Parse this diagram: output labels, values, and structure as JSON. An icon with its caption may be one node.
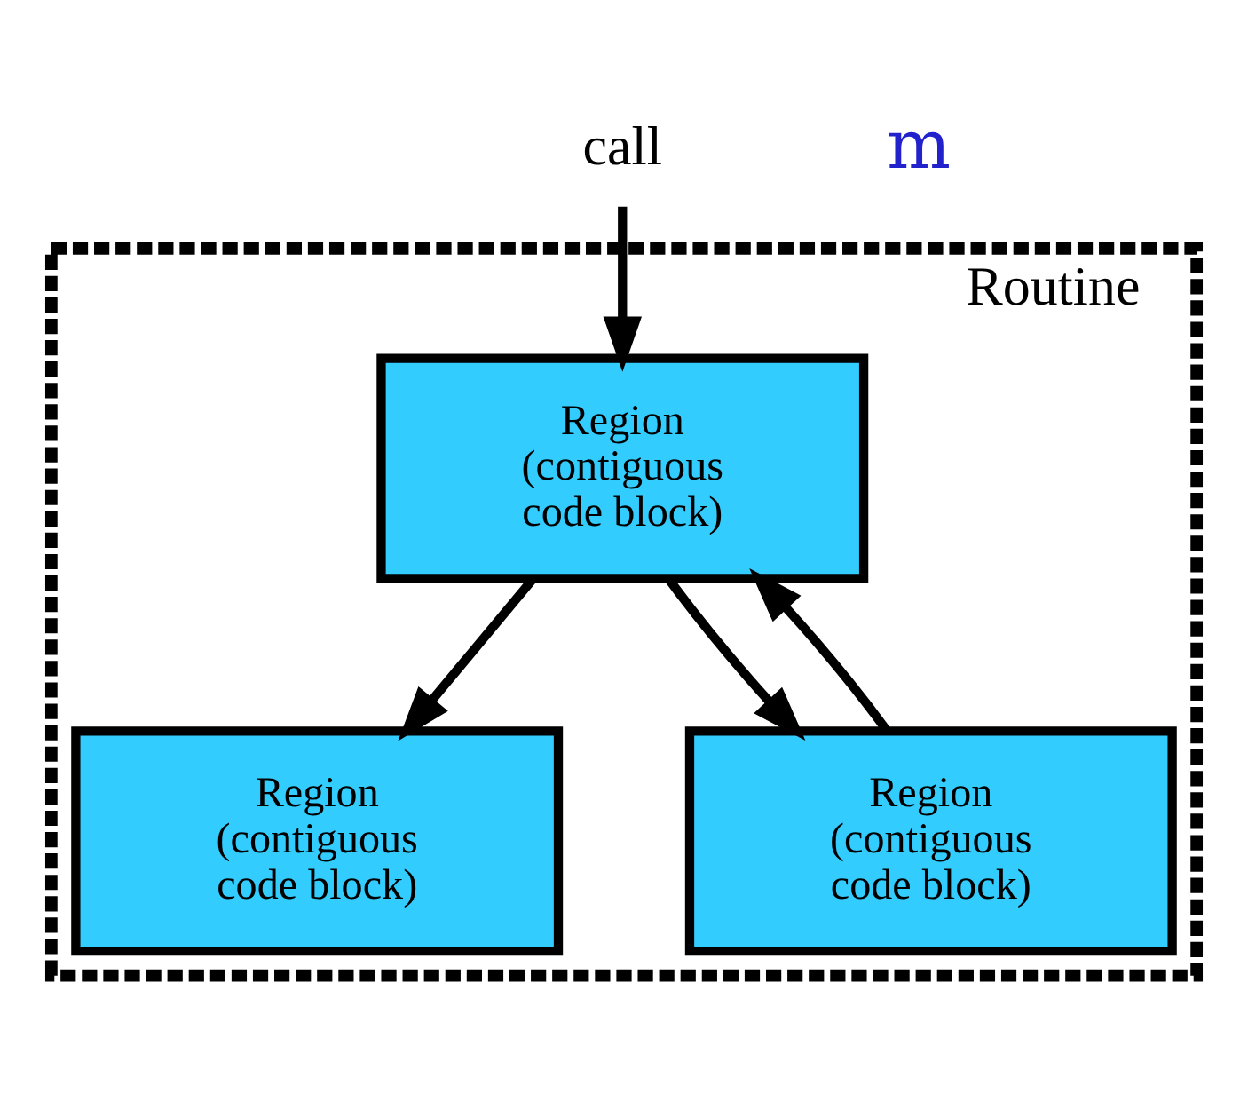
{
  "diagram": {
    "nodes": [
      {
        "text": [
          "call"
        ]
      },
      {
        "text": [
          "Routine"
        ]
      },
      {
        "text": [
          "Region (contiguous code block)"
        ],
        "in": 1
      },
      {
        "text": [
          "Region (contiguous code block)"
        ],
        "in": 1
      },
      {
        "text": [
          "Region (contiguous code block)"
        ],
        "in": 1
      }
    ],
    "edges": [
      {
        "from": 0,
        "to": 2,
        "arrow": "to"
      },
      {
        "from": 2,
        "to": 3,
        "arrow": "to"
      },
      {
        "from": 2,
        "to": 4,
        "arrow": "to"
      },
      {
        "from": 4,
        "to": 2,
        "arrow": "to"
      }
    ],
    "labels": [
      "m"
    ]
  }
}
